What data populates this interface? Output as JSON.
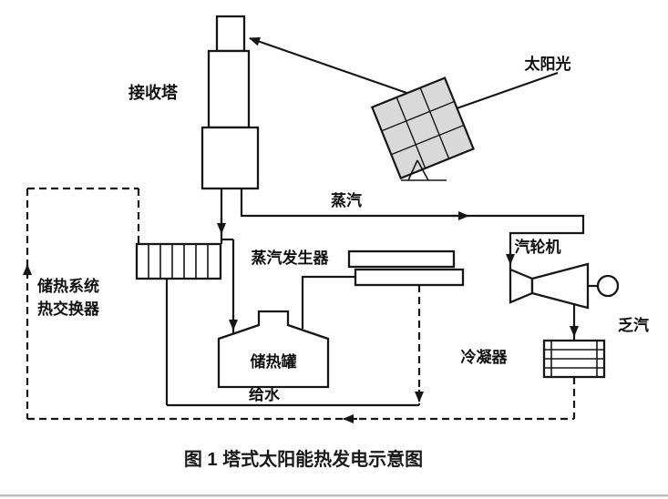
{
  "figure": {
    "caption": "图 1  塔式太阳能热发电示意图",
    "labels": {
      "receiver_tower": "接收塔",
      "sunlight": "太阳光",
      "steam": "蒸汽",
      "steam_generator": "蒸汽发生器",
      "turbine": "汽轮机",
      "exhaust": "乏汽",
      "condenser": "冷凝器",
      "storage_system_line1": "储热系统",
      "storage_system_line2": "热交换器",
      "storage_tank": "储热罐",
      "feedwater": "给水"
    },
    "colors": {
      "line": "#161616",
      "heliostat_fill": "#d9d9d9",
      "background": "#ffffff",
      "bottom_rule": "#bdbdbd"
    }
  }
}
